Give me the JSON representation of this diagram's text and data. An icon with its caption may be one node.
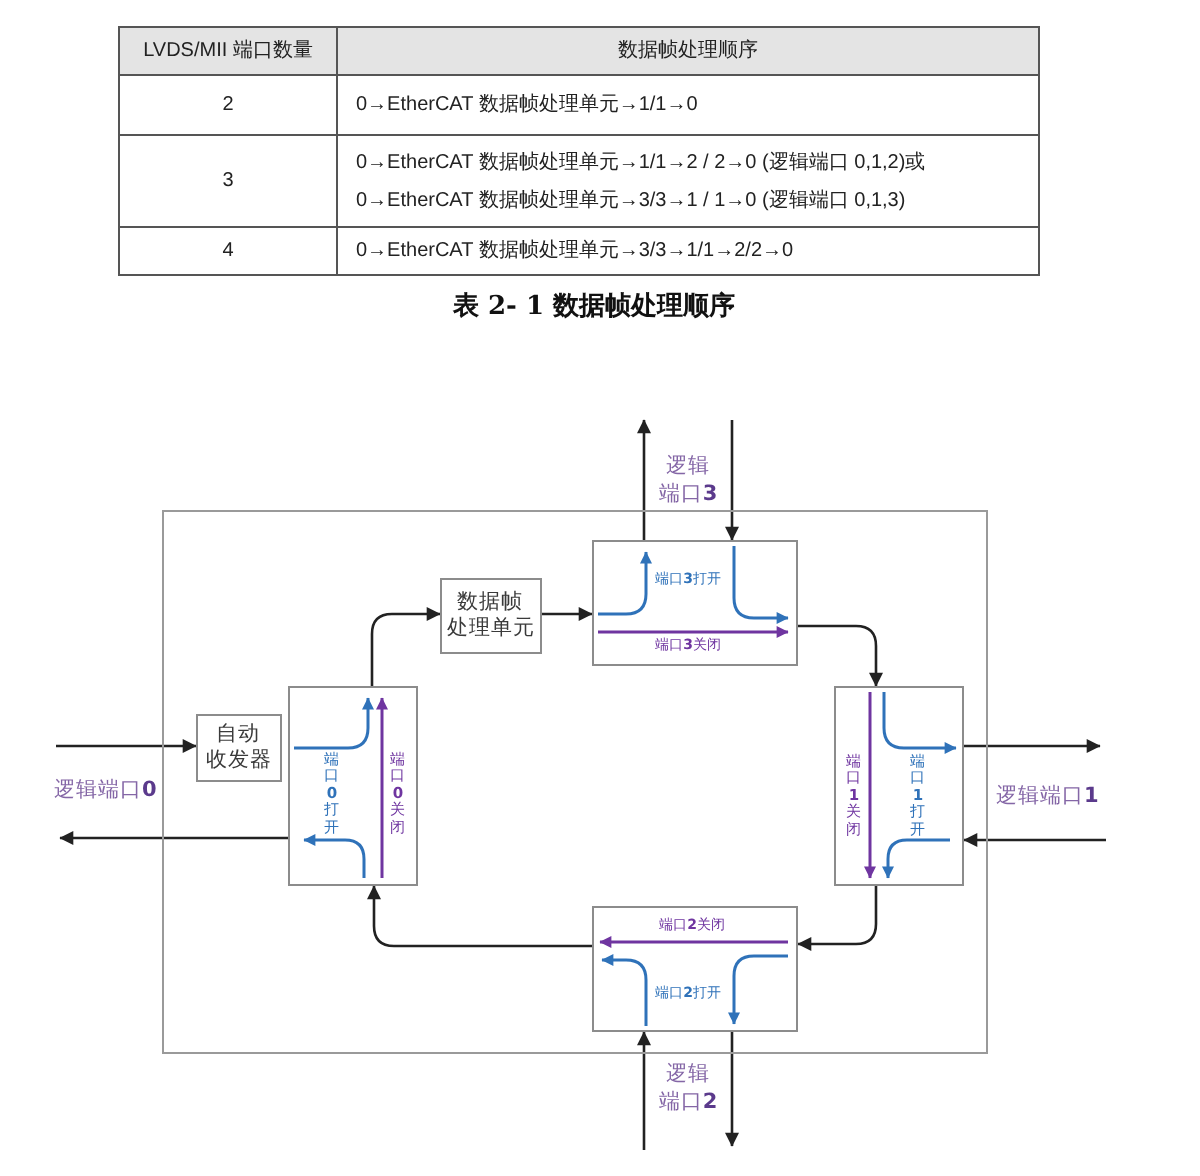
{
  "diagram": {
    "caption": "表 2- 1 数据帧处理顺序",
    "nodes": [
      {
        "text": [],
        "shape": "box"
      },
      {
        "text": [
          "自动收发器"
        ],
        "in": 0
      },
      {
        "text": [
          "端口**0**打开",
          "端口**0**关闭"
        ],
        "in": 0
      },
      {
        "text": [
          "数据帧处理单元"
        ],
        "in": 0
      },
      {
        "text": [
          "端口**3**打开",
          "端口**3**关闭"
        ],
        "in": 0
      },
      {
        "text": [
          "端口**1**关闭",
          "端口**1**打开"
        ],
        "in": 0
      },
      {
        "text": [
          "端口**2**关闭",
          "端口**2**打开"
        ],
        "in": 0
      }
    ],
    "edges": [
      {
        "from": null,
        "to": 1,
        "arrow": "to"
      },
      {
        "from": 2,
        "to": null,
        "arrow": "to"
      },
      {
        "from": 2,
        "to": 3,
        "arrow": "to"
      },
      {
        "from": 3,
        "to": 4,
        "arrow": "to"
      },
      {
        "from": 4,
        "to": null,
        "arrow": "to"
      },
      {
        "from": null,
        "to": 4,
        "arrow": "to"
      },
      {
        "from": 4,
        "to": 5,
        "arrow": "to"
      },
      {
        "from": 5,
        "to": null,
        "arrow": "to"
      },
      {
        "from": null,
        "to": 5,
        "arrow": "to"
      },
      {
        "from": 5,
        "to": 6,
        "arrow": "to"
      },
      {
        "from": null,
        "to": 6,
        "arrow": "to"
      },
      {
        "from": 6,
        "to": null,
        "arrow": "to"
      },
      {
        "from": 6,
        "to": 2,
        "arrow": "to"
      }
    ],
    "labels": [
      "LVDS/MII 端口数量",
      "数据帧处理顺序",
      "2",
      "0→EtherCAT 数据帧处理单元→1/1→0",
      "3",
      "0→EtherCAT 数据帧处理单元→1/1→2 / 2→0 (逻辑端口 0,1,2)或",
      "0→EtherCAT 数据帧处理单元→3/3→1 / 1→0 (逻辑端口 0,1,3)",
      "4",
      "0→EtherCAT 数据帧处理单元→3/3→1/1→2/2→0",
      "逻辑端口**3**",
      "逻辑端口**0**",
      "逻辑端口**1**",
      "逻辑端口**2**"
    ]
  }
}
